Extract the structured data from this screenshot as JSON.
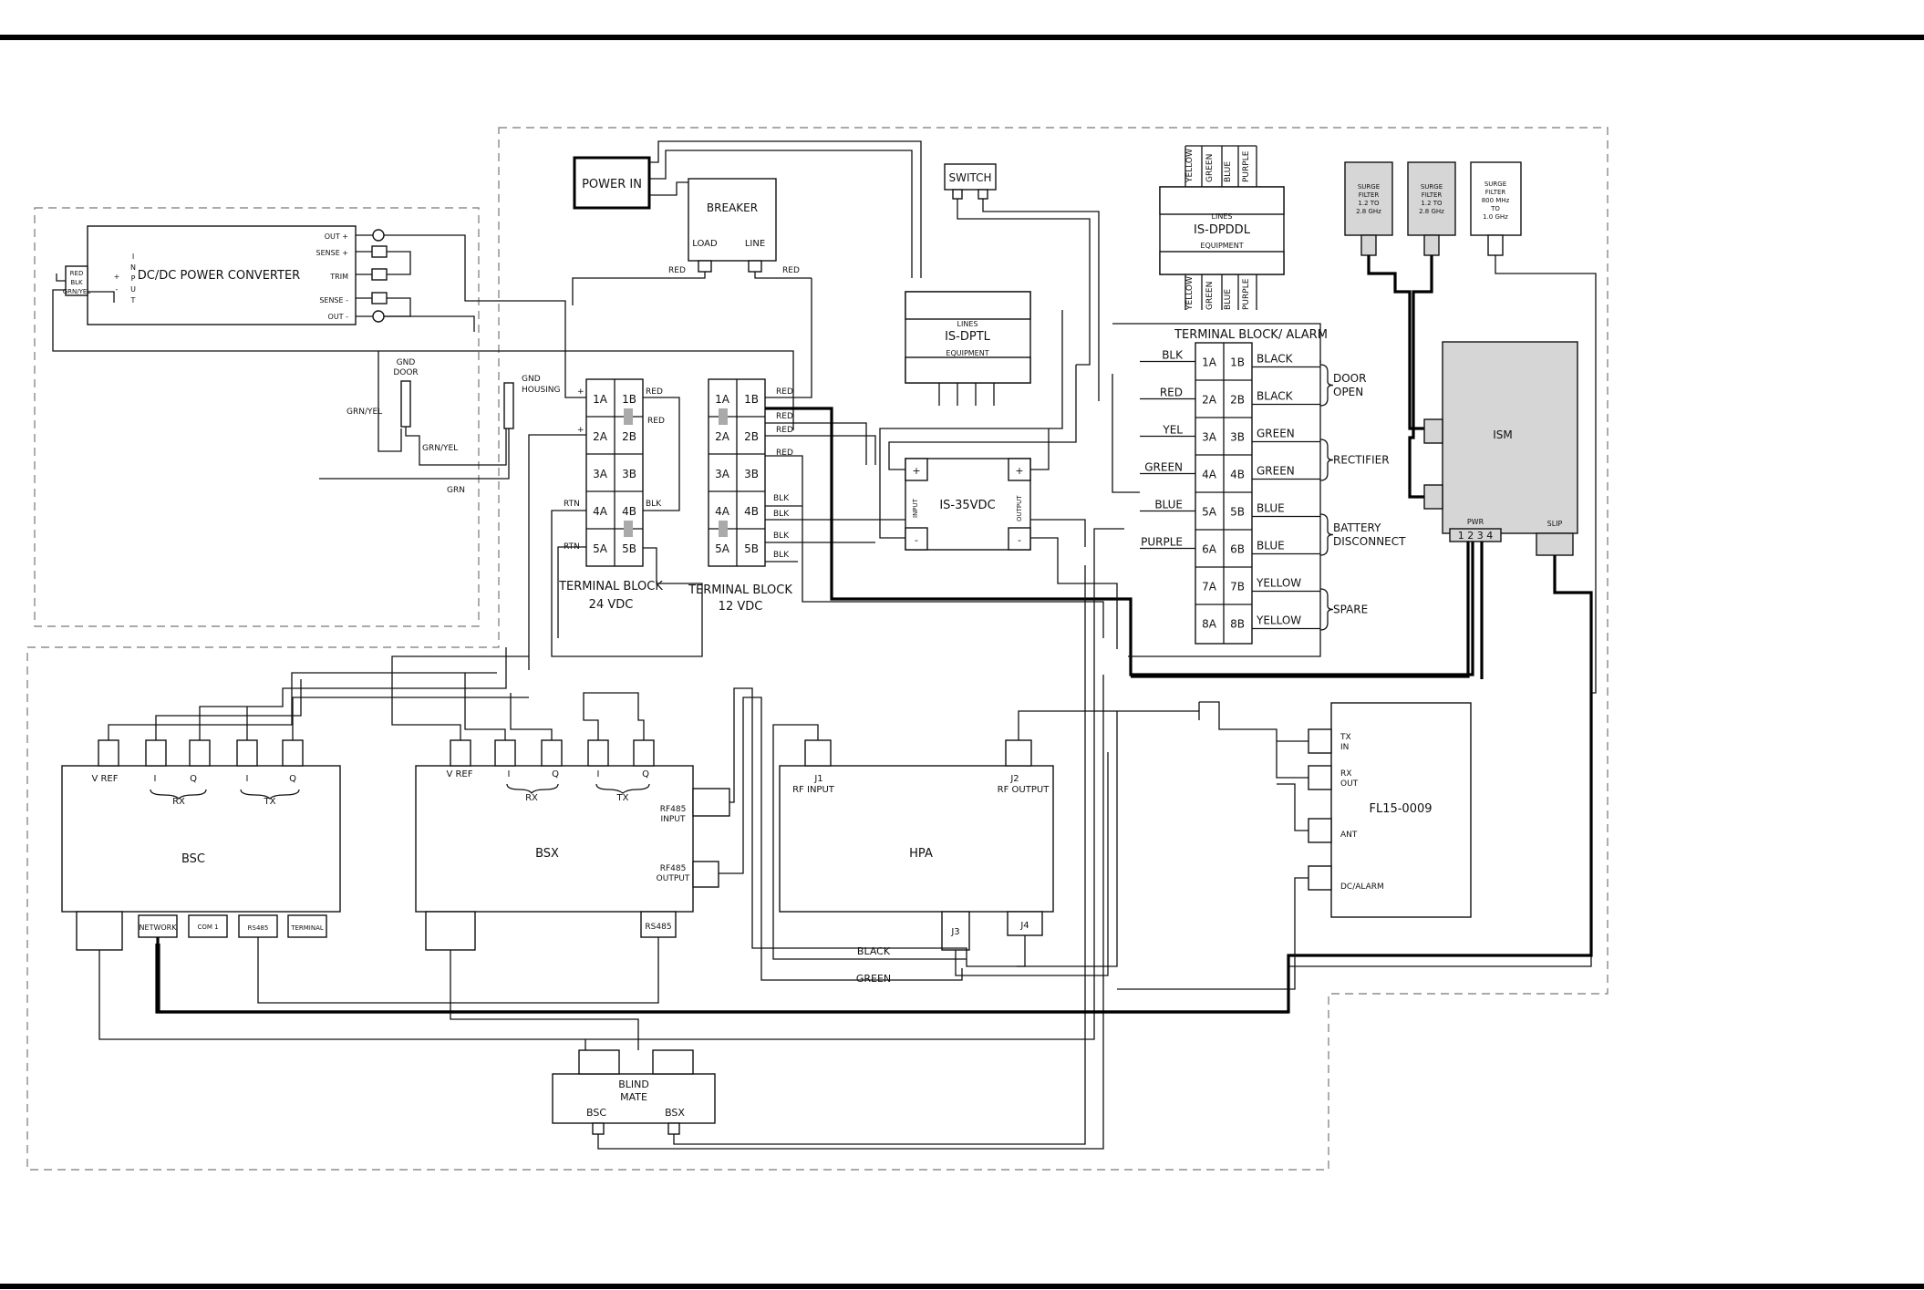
{
  "colors": {
    "line": "#111111",
    "ism_fill": "#d6d6d6",
    "enclosure_dash": "#777777"
  },
  "power_in": {
    "label": "POWER IN"
  },
  "breaker": {
    "label": "BREAKER",
    "load": "LOAD",
    "line": "LINE"
  },
  "switch": {
    "label": "SWITCH"
  },
  "dcdc": {
    "label": "DC/DC POWER CONVERTER",
    "input": [
      "I",
      "N",
      "P",
      "U",
      "T"
    ],
    "input_wires": [
      "RED",
      "BLK",
      "GRN/YEL"
    ],
    "input_signs": [
      "+",
      "-"
    ],
    "terminals": [
      "OUT +",
      "SENSE +",
      "TRIM",
      "SENSE -",
      "OUT -"
    ]
  },
  "gnd": {
    "door": [
      "GND",
      "DOOR"
    ],
    "housing": [
      "GND",
      "HOUSING"
    ],
    "wire_grnyel": "GRN/YEL",
    "wire_grn": "GRN"
  },
  "tb24": {
    "title": [
      "TERMINAL BLOCK",
      "24 VDC"
    ],
    "cells": [
      [
        "1A",
        "1B"
      ],
      [
        "2A",
        "2B"
      ],
      [
        "3A",
        "3B"
      ],
      [
        "4A",
        "4B"
      ],
      [
        "5A",
        "5B"
      ]
    ],
    "plus": "+",
    "rtn": "RTN"
  },
  "tb12": {
    "title": [
      "TERMINAL BLOCK",
      "12 VDC"
    ],
    "cells": [
      [
        "1A",
        "1B"
      ],
      [
        "2A",
        "2B"
      ],
      [
        "3A",
        "3B"
      ],
      [
        "4A",
        "4B"
      ],
      [
        "5A",
        "5B"
      ]
    ]
  },
  "wire_labels": {
    "red": "RED",
    "blk": "BLK",
    "black": "BLACK",
    "green": "GREEN"
  },
  "dpddl": {
    "title": "IS-DPDDL",
    "lines": "LINES",
    "equipment": "EQUIPMENT",
    "top_wires": [
      "YELLOW",
      "GREEN",
      "BLUE",
      "PURPLE"
    ],
    "bottom_wires": [
      "YELLOW",
      "GREEN",
      "BLUE",
      "PURPLE"
    ]
  },
  "dptl": {
    "title": "IS-DPTL",
    "lines": "LINES",
    "equipment": "EQUIPMENT"
  },
  "is35": {
    "title": "IS-35VDC",
    "left": "INPUT",
    "right": "OUTPUT",
    "plus": "+",
    "minus": "-"
  },
  "alarm": {
    "title": "TERMINAL BLOCK/ ALARM",
    "rows": [
      {
        "left": "BLK",
        "a": "1A",
        "b": "1B",
        "right": "BLACK"
      },
      {
        "left": "RED",
        "a": "2A",
        "b": "2B",
        "right": "BLACK"
      },
      {
        "left": "YEL",
        "a": "3A",
        "b": "3B",
        "right": "GREEN"
      },
      {
        "left": "GREEN",
        "a": "4A",
        "b": "4B",
        "right": "GREEN"
      },
      {
        "left": "BLUE",
        "a": "5A",
        "b": "5B",
        "right": "BLUE"
      },
      {
        "left": "PURPLE",
        "a": "6A",
        "b": "6B",
        "right": "BLUE"
      },
      {
        "left": "",
        "a": "7A",
        "b": "7B",
        "right": "YELLOW"
      },
      {
        "left": "",
        "a": "8A",
        "b": "8B",
        "right": "YELLOW"
      }
    ],
    "groups": [
      [
        "DOOR",
        "OPEN"
      ],
      [
        "RECTIFIER"
      ],
      [
        "BATTERY",
        "DISCONNECT"
      ],
      [
        "SPARE"
      ]
    ]
  },
  "surge": [
    {
      "lines": [
        "SURGE",
        "FILTER",
        "1.2 TO",
        "2.8 GHz"
      ],
      "gray": true
    },
    {
      "lines": [
        "SURGE",
        "FILTER",
        "1.2 TO",
        "2.8 GHz"
      ],
      "gray": true
    },
    {
      "lines": [
        "SURGE",
        "FILTER",
        "800 MHz",
        "TO",
        "1.0 GHz"
      ],
      "gray": false
    }
  ],
  "ism": {
    "label": "ISM",
    "pwr": "PWR",
    "pins": "1 2 3 4",
    "slip": "SLIP"
  },
  "bsc": {
    "label": "BSC",
    "vref": "V REF",
    "rx": "RX",
    "tx": "TX",
    "i": "I",
    "q": "Q",
    "bottom": [
      "NETWORK",
      "COM 1",
      "RS485",
      "TERMINAL"
    ]
  },
  "bsx": {
    "label": "BSX",
    "vref": "V REF",
    "rx": "RX",
    "tx": "TX",
    "i": "I",
    "q": "Q",
    "rf485_in": [
      "RF485",
      "INPUT"
    ],
    "rf485_out": [
      "RF485",
      "OUTPUT"
    ],
    "rs485": "RS485"
  },
  "hpa": {
    "label": "HPA",
    "j1": [
      "J1",
      "RF INPUT"
    ],
    "j2": [
      "J2",
      "RF OUTPUT"
    ],
    "j3": "J3",
    "j4": "J4"
  },
  "fl": {
    "label": "FL15-0009",
    "ports": [
      [
        "TX",
        "IN"
      ],
      [
        "RX",
        "OUT"
      ],
      [
        "ANT"
      ],
      [
        "DC/ALARM"
      ]
    ]
  },
  "blind": {
    "label": [
      "BLIND",
      "MATE"
    ],
    "bsc": "BSC",
    "bsx": "BSX"
  }
}
